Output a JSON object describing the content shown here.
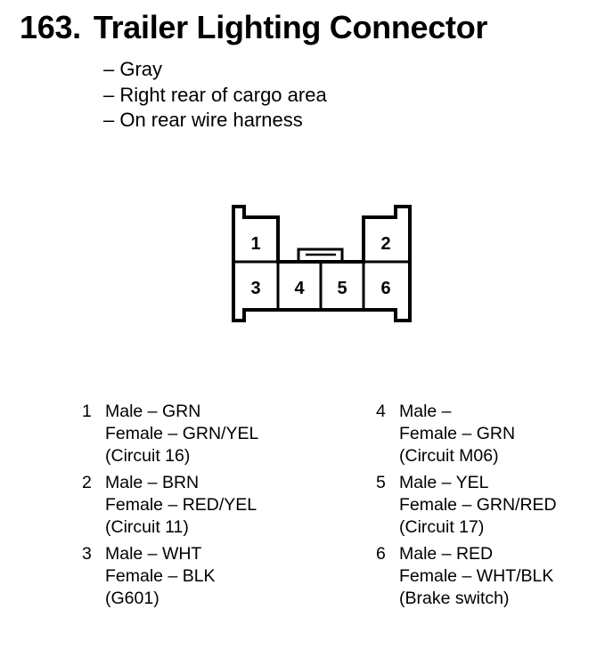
{
  "title": {
    "number": "163.",
    "text": "Trailer Lighting Connector"
  },
  "details": [
    "– Gray",
    "– Right rear of cargo area",
    "– On rear wire harness"
  ],
  "connector": {
    "pin_labels": [
      "1",
      "2",
      "3",
      "4",
      "5",
      "6"
    ]
  },
  "pins": {
    "left": [
      {
        "num": "1",
        "male": "Male – GRN",
        "female": "Female – GRN/YEL",
        "circuit": "(Circuit 16)"
      },
      {
        "num": "2",
        "male": "Male – BRN",
        "female": "Female – RED/YEL",
        "circuit": "(Circuit 11)"
      },
      {
        "num": "3",
        "male": "Male – WHT",
        "female": "Female – BLK",
        "circuit": "(G601)"
      }
    ],
    "right": [
      {
        "num": "4",
        "male": "Male –",
        "female": "Female – GRN",
        "circuit": "(Circuit M06)"
      },
      {
        "num": "5",
        "male": "Male – YEL",
        "female": "Female – GRN/RED",
        "circuit": "(Circuit 17)"
      },
      {
        "num": "6",
        "male": "Male – RED",
        "female": "Female – WHT/BLK",
        "circuit": "(Brake switch)"
      }
    ]
  }
}
